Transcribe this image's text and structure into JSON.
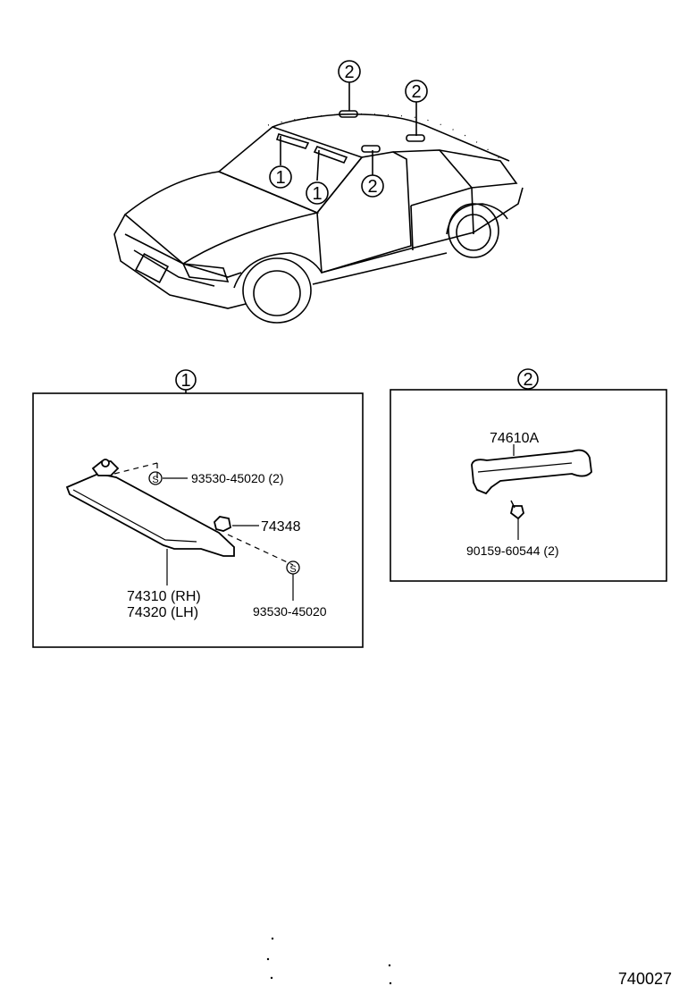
{
  "callouts": {
    "one": "1",
    "two": "2"
  },
  "sun_visor_box": {
    "clip_part": "93530-45020 (2)",
    "holder_part": "74348",
    "visor_rh": "74310 (RH)",
    "visor_lh": "74320 (LH)",
    "clip_part_lower": "93530-45020",
    "clip_symbol": "S"
  },
  "assist_grip_box": {
    "grip_part": "74610A",
    "screw_part": "90159-60544 (2)"
  },
  "diagram_code": "740027"
}
